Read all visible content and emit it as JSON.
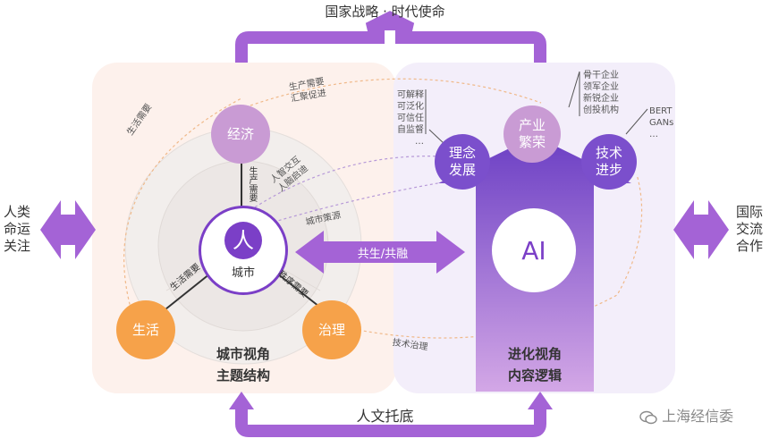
{
  "top_title": "国家战略 · 时代使命",
  "bottom_title": "人文托底",
  "left_side": "人类\n命运\n关注",
  "right_side": "国际\n交流\n合作",
  "left_panel": {
    "title_line1": "城市视角",
    "title_line2": "主题结构",
    "center_char": "人",
    "center_label": "城市",
    "nodes": {
      "economy": "经济",
      "life": "生活",
      "governance": "治理"
    },
    "spoke_labels": {
      "production_needs": "生产需要",
      "life_needs": "生活需要",
      "order_needs": "秩序需要"
    }
  },
  "right_panel": {
    "title_line1": "进化视角",
    "title_line2": "内容逻辑",
    "ai": "AI",
    "nodes": {
      "concept": "理念\n发展",
      "industry": "产业\n繁荣",
      "tech": "技术\n进步"
    },
    "concept_list": [
      "可解释",
      "可泛化",
      "可信任",
      "自监督",
      "…"
    ],
    "industry_list": [
      "骨干企业",
      "领军企业",
      "新锐企业",
      "创投机构"
    ],
    "tech_list": [
      "BERT",
      "GANs",
      "…"
    ]
  },
  "center_arrow_label": "共生/共融",
  "connectors": {
    "life_needs": "生活需要",
    "production_needs_gather": "生产需要\n汇聚促进",
    "human_intelligence": "人智交互\n人脑启迪",
    "city_strategy": "城市策源",
    "tech_governance": "技术治理"
  },
  "watermark": "上海经信委",
  "colors": {
    "purple": "#a463d6",
    "dark_purple": "#7b4fcc",
    "pink_node": "#c99bd4",
    "orange": "#f6a24a",
    "left_bg": "#fdf1ec",
    "right_bg": "#f3eefa"
  }
}
